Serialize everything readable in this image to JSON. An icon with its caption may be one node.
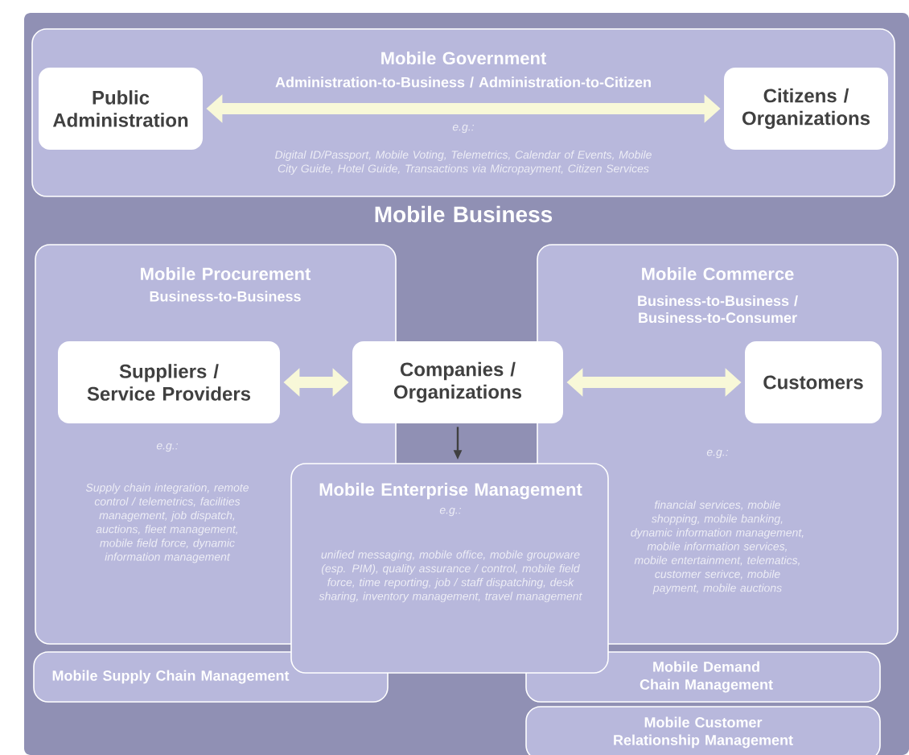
{
  "diagram": {
    "nodes": [
      {
        "text": [
          "Mobile Business"
        ]
      },
      {
        "text": [
          "Mobile Government",
          "Administration-to-Business / Administration-to-Citizen",
          "e.g.:",
          "Digital ID/Passport, Mobile Voting, Telemetrics, Calendar of Events, Mobile City Guide, Hotel Guide, Transactions via Micropayment, Citizen Services"
        ],
        "in": 0
      },
      {
        "text": [
          "Public Administration"
        ],
        "in": 1
      },
      {
        "text": [
          "Citizens / Organizations"
        ],
        "in": 1
      },
      {
        "text": [
          "Mobile Procurement",
          "Business-to-Business",
          "e.g.:",
          "Supply chain integration, remote control / telemetrics, facilities management, job dispatch, auctions, fleet management, mobile field force, dynamic information management"
        ],
        "in": 0
      },
      {
        "text": [
          "Mobile Commerce",
          "Business-to-Business / Business-to-Consumer",
          "e.g.:",
          "financial services, mobile shopping, mobile banking, dynamic information management, mobile information services, mobile entertainment, telematics, customer serivce, mobile payment, mobile auctions"
        ],
        "in": 0
      },
      {
        "text": [
          "Suppliers / Service Providers"
        ],
        "in": 4
      },
      {
        "text": [
          "Companies / Organizations"
        ],
        "in": 0
      },
      {
        "text": [
          "Customers"
        ],
        "in": 5
      },
      {
        "text": [
          "Mobile Enterprise Management",
          "e.g.:",
          "unified messaging, mobile office, mobile groupware (esp. PIM), quality assurance / control, mobile field force, time reporting, job / staff dispatching, desk sharing, inventory management, travel management"
        ],
        "in": 0
      },
      {
        "text": [
          "Mobile Supply Chain Management"
        ],
        "in": 0
      },
      {
        "text": [
          "Mobile Demand Chain Management"
        ],
        "in": 0
      },
      {
        "text": [
          "Mobile Customer Relationship Management"
        ],
        "in": 0
      }
    ],
    "edges": [
      {
        "from": 2,
        "to": 3,
        "arrow": "both"
      },
      {
        "from": 6,
        "to": 7,
        "arrow": "both"
      },
      {
        "from": 7,
        "to": 8,
        "arrow": "both"
      },
      {
        "from": 7,
        "to": 9,
        "arrow": "to",
        "color": "#404040"
      }
    ]
  }
}
